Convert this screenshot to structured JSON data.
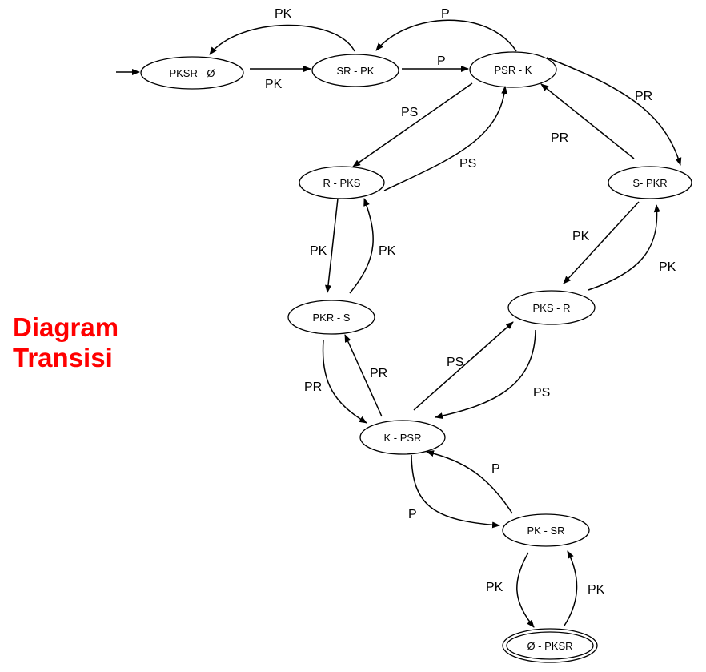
{
  "title": {
    "line1": "Diagram",
    "line2": "Transisi",
    "color": "#ff0000"
  },
  "nodes": {
    "n0": "PKSR -  Ø",
    "n1": "SR - PK",
    "n2": "PSR - K",
    "n3": "R - PKS",
    "n4": "S- PKR",
    "n5": "PKR - S",
    "n6": "PKS - R",
    "n7": "K - PSR",
    "n8": "PK - SR",
    "n9": "Ø - PKSR"
  },
  "edges": {
    "e1": "PK",
    "e2": "PK",
    "e3": "P",
    "e4": "P",
    "e5": "PS",
    "e6": "PS",
    "e7": "PR",
    "e8": "PR",
    "e9": "PK",
    "e10": "PK",
    "e11": "PK",
    "e12": "PK",
    "e13": "PR",
    "e14": "PR",
    "e15": "PS",
    "e16": "PS",
    "e17": "P",
    "e18": "P",
    "e19": "PK",
    "e20": "PK"
  },
  "start_state": "PKSR -  Ø",
  "final_state": "Ø - PKSR"
}
